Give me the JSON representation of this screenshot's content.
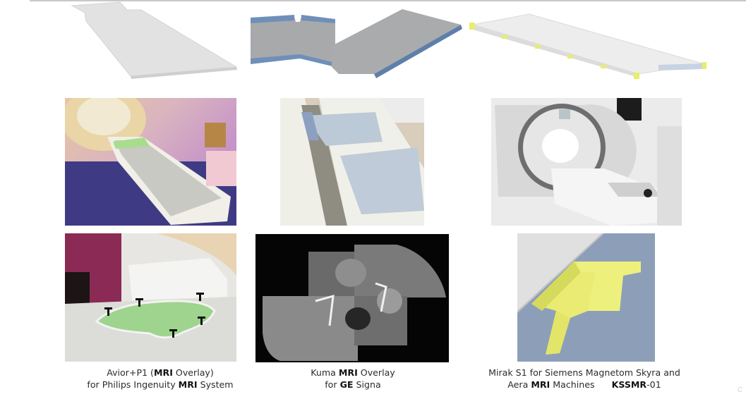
{
  "products": [
    {
      "id": "avior",
      "caption": {
        "line1": {
          "pre": "Avior+P1 (",
          "bold": "MRI",
          "post": " Overlay)"
        },
        "line2": {
          "pre": "for Philips Ingenuity ",
          "bold": "MRI",
          "post": " System"
        }
      },
      "render_description": "White flat MRI overlay board, CAD render",
      "photo_description": "Overlay on Philips Ingenuity MRI table in pink room",
      "detail_description": "Green insert with black T-pins on white table"
    },
    {
      "id": "kuma",
      "caption": {
        "line1": {
          "pre": "Kuma ",
          "bold": "MRI",
          "post": " Overlay"
        },
        "line2": {
          "pre": "for ",
          "bold": "GE",
          "post": " Signa"
        }
      },
      "render_description": "Gray two-part overlay board, CAD render",
      "photo_description": "Light blue overlay panels on GE Signa table",
      "detail_description": "Composite MRI scan of pelvis"
    },
    {
      "id": "mirak",
      "caption": {
        "line1": {
          "pre": "Mirak S1 for Siemens Magnetom Skyra and",
          "bold": "",
          "post": ""
        },
        "line2": {
          "pre": "Aera ",
          "bold": "MRI",
          "post": " Machines      ",
          "bold2": "KSSMR",
          "post2": "-01"
        }
      },
      "render_description": "White overlay with yellow T-connectors, CAD render",
      "photo_description": "Overlay on Siemens Magnetom MRI table",
      "detail_description": "Yellow T-shaped connector on blue-gray background"
    }
  ],
  "colors": {
    "top_line": "#c8c8c8",
    "render_white": "#e6e6e6",
    "render_gray": "#a9abad",
    "render_blue_edge": "#6f8fb8",
    "connector_yellow": "#e8ee6a",
    "mri_black": "#050505",
    "connector_bg": "#8d9fb8"
  },
  "watermark": "C"
}
